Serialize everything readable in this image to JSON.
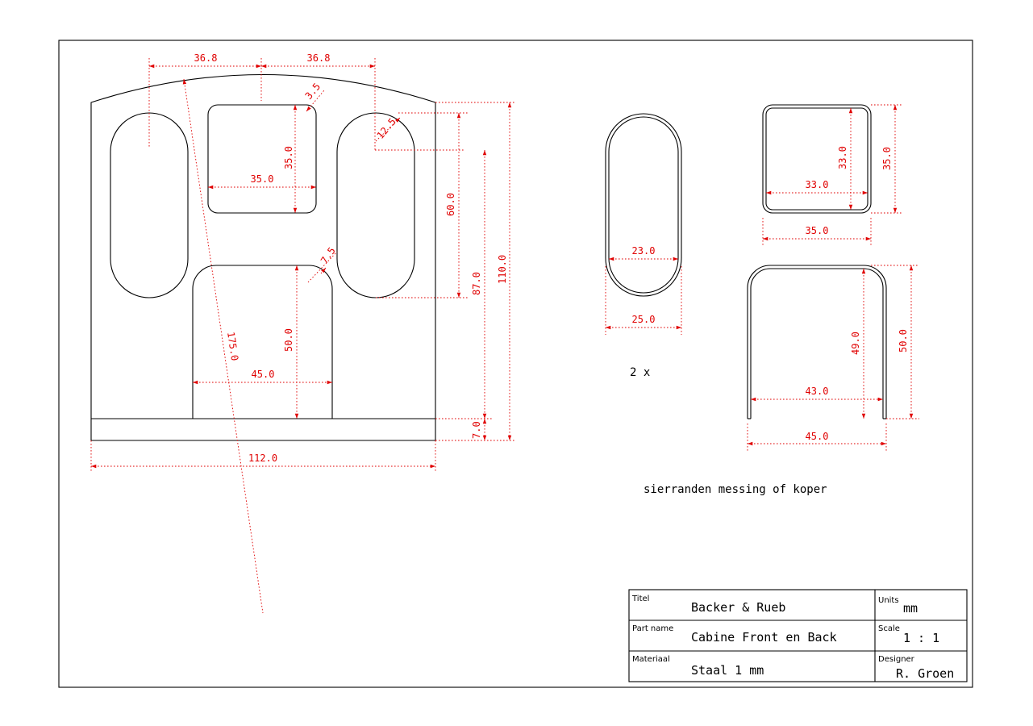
{
  "title_block": {
    "titel_label": "Titel",
    "titel_value": "Backer & Rueb",
    "part_label": "Part name",
    "part_value": "Cabine Front en Back",
    "material_label": "Materiaal",
    "material_value": "Staal 1 mm",
    "units_label": "Units",
    "units_value": "mm",
    "scale_label": "Scale",
    "scale_value": "1 : 1",
    "designer_label": "Designer",
    "designer_value": "R. Groen"
  },
  "notes": {
    "quantity": "2 x",
    "trim_note": "sierranden messing of koper"
  },
  "dimensions": {
    "top_left_width": "36.8",
    "top_right_width": "36.8",
    "corner_radius_window": "3.5",
    "corner_radius_oval": "12.5",
    "window_height": "35.0",
    "window_width": "35.0",
    "oval_height": "60.0",
    "to_floor_height": "87.0",
    "total_height": "110.0",
    "door_radius": "7.5",
    "door_height": "50.0",
    "door_width": "45.0",
    "diagonal_radius": "175.0",
    "floor_height": "7.0",
    "total_width": "112.0",
    "oval_inner_width": "23.0",
    "oval_outer_width": "25.0",
    "square_inner_height": "33.0",
    "square_outer_height": "35.0",
    "square_inner_width": "33.0",
    "square_outer_width": "35.0",
    "arch_inner_height": "49.0",
    "arch_outer_height": "50.0",
    "arch_inner_width": "43.0",
    "arch_outer_width": "45.0"
  },
  "colors": {
    "outline": "#000000",
    "dimension": "#e00000",
    "background": "#ffffff"
  }
}
